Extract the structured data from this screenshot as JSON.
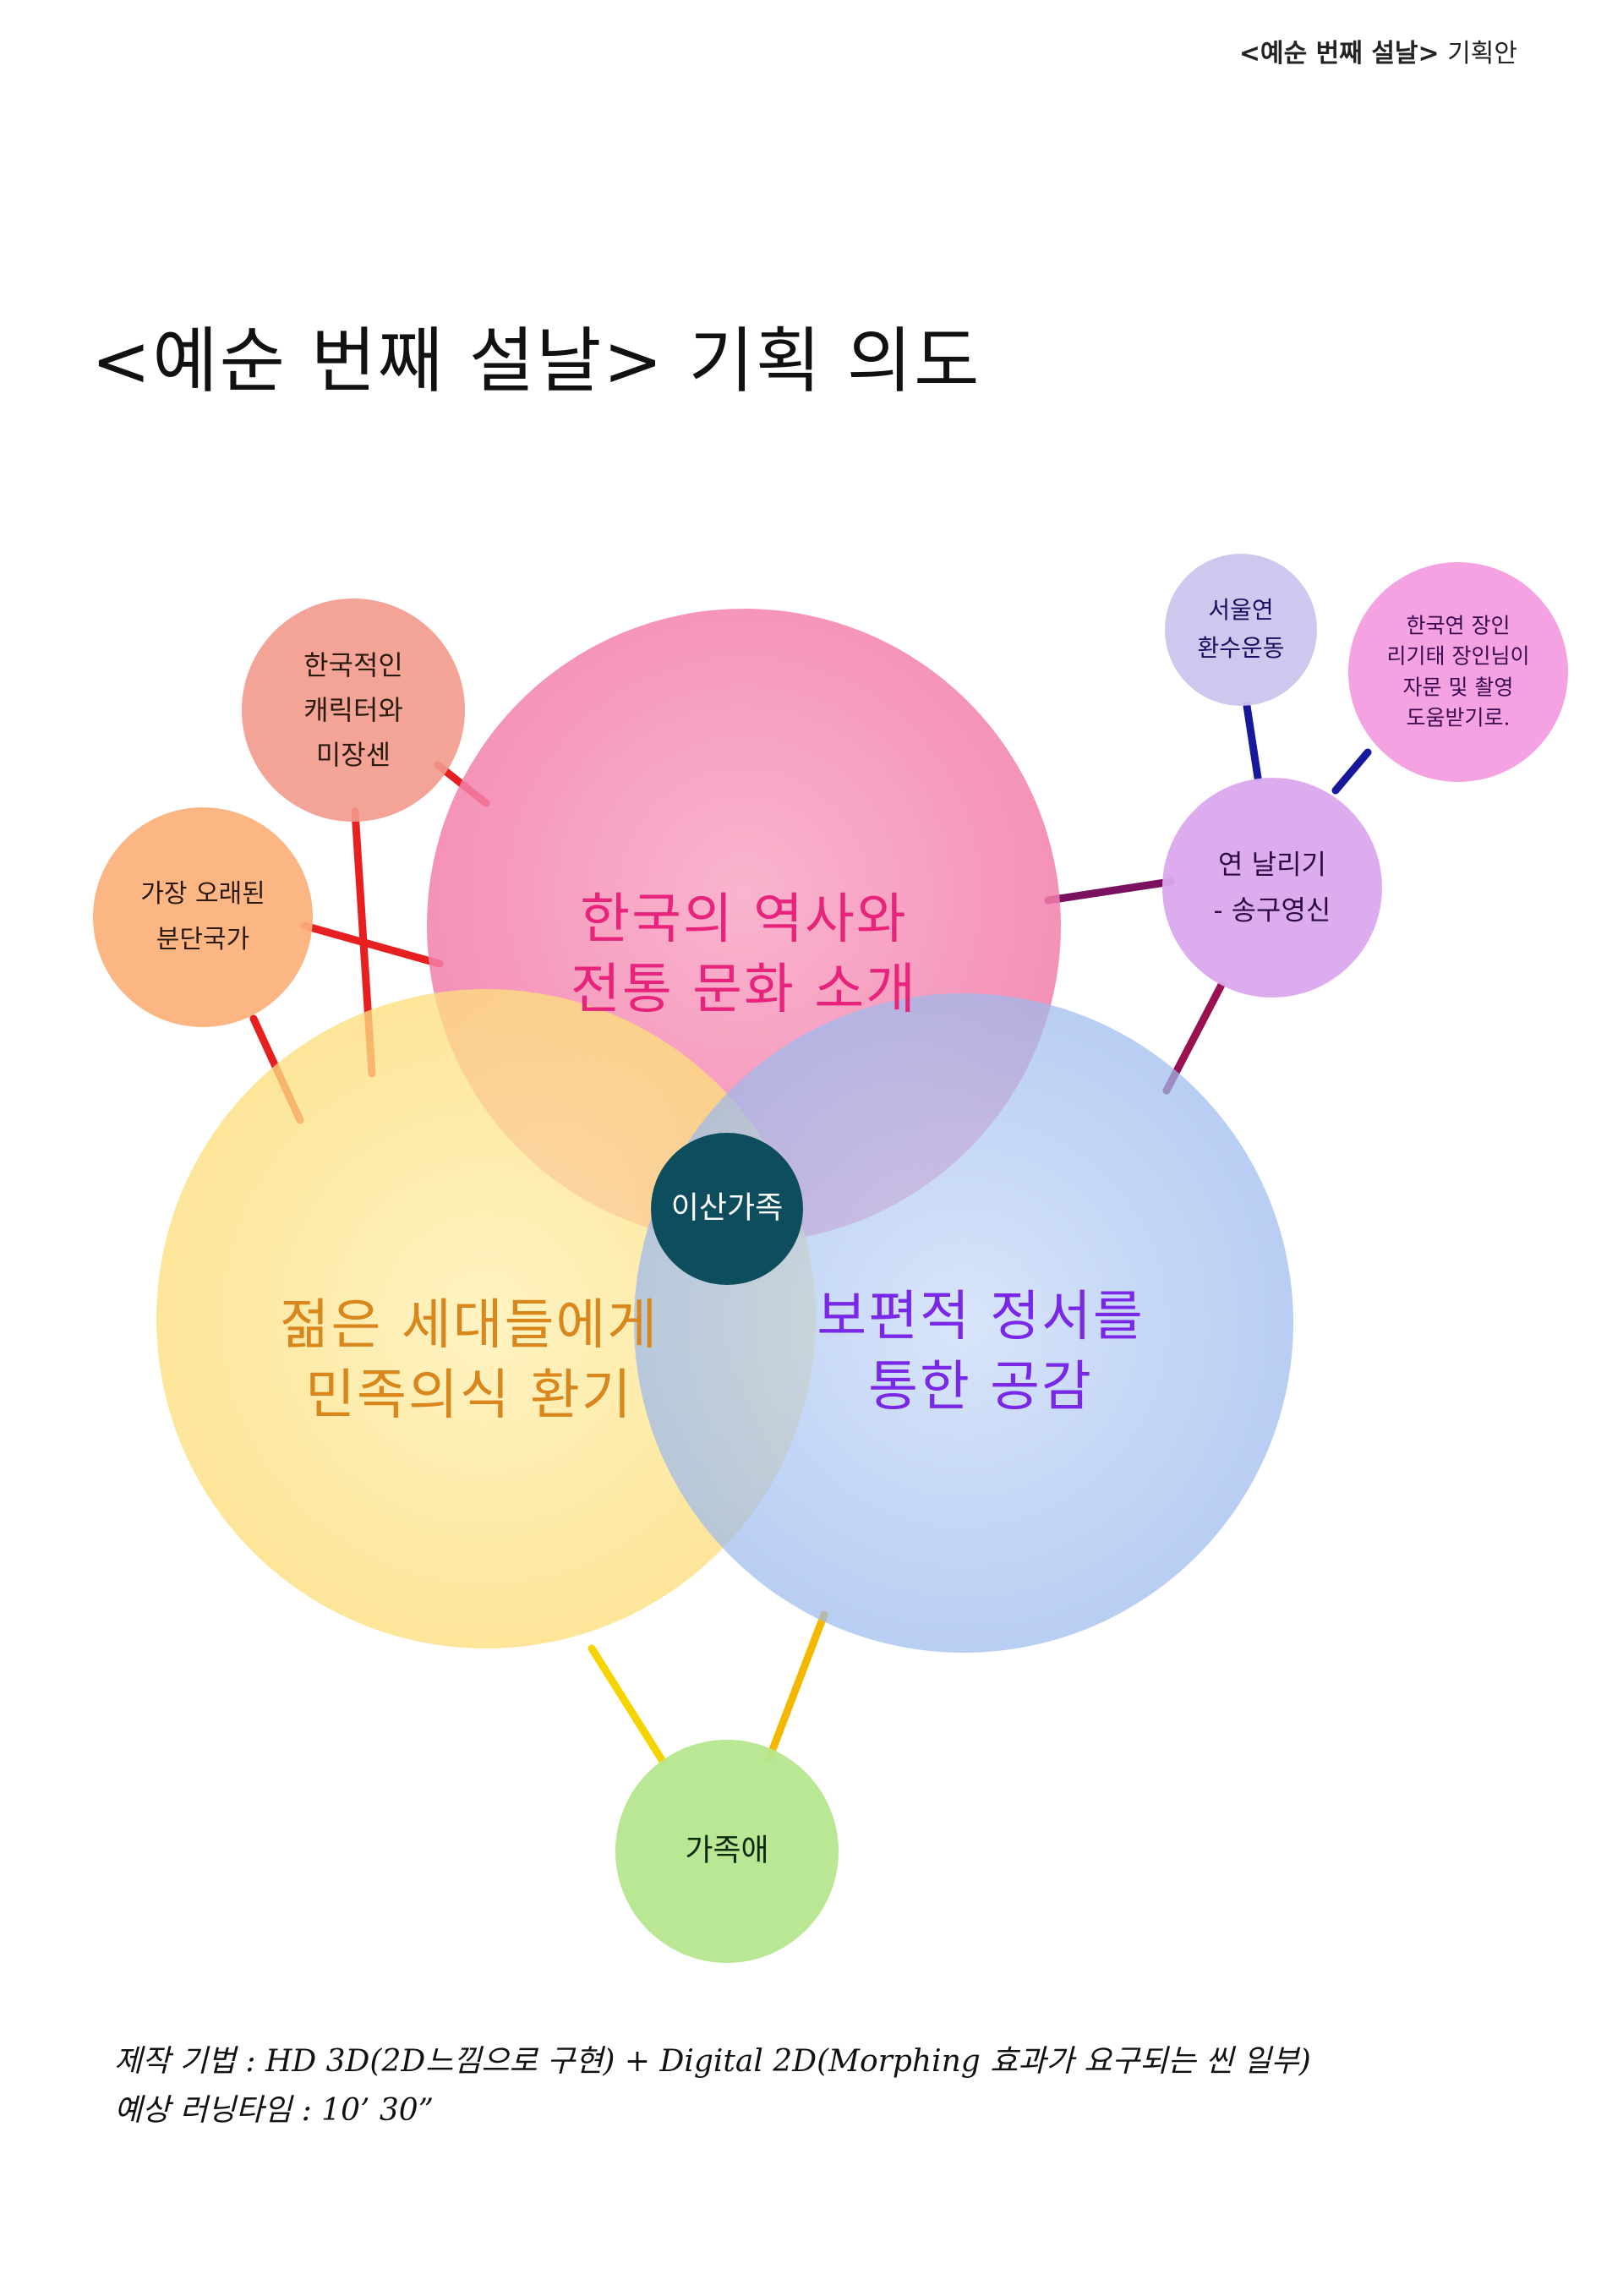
{
  "header": {
    "title_bold": "<예순 번째 설날>",
    "title_suffix": " 기획안"
  },
  "page": {
    "title": "<예순 번째 설날> 기획 의도"
  },
  "colors": {
    "pink": "#f58fb5",
    "yellow": "#fde48a",
    "blue": "#9dbbf0",
    "navy": "#0d4d5e",
    "red_line": "#e62020",
    "purple_line": "#7a1060",
    "navy_line": "#18189a",
    "yellow_line": "#f5c600"
  },
  "center": {
    "label": "이산가족"
  },
  "main_circles": [
    {
      "id": "history",
      "line1": "한국의 역사와",
      "line2": "전통 문화 소개",
      "text_color": "#e8237c"
    },
    {
      "id": "youth",
      "line1": "젊은 세대들에게",
      "line2": "민족의식 환기",
      "text_color": "#d9861c"
    },
    {
      "id": "empathy",
      "line1": "보편적 정서를",
      "line2": "통한 공감",
      "text_color": "#7a28e8"
    }
  ],
  "satellites": [
    {
      "id": "character",
      "lines": [
        "한국적인",
        "캐릭터와",
        "미장센"
      ],
      "text_color": "#2a1a10"
    },
    {
      "id": "divided",
      "lines": [
        "가장 오래된",
        "분단국가"
      ],
      "text_color": "#2a1a10"
    },
    {
      "id": "seoul-kite",
      "lines": [
        "서울연",
        "환수운동"
      ],
      "text_color": "#1a1060"
    },
    {
      "id": "kite-master",
      "lines": [
        "한국연 장인",
        "리기태 장인님이",
        "자문 및 촬영",
        "도움받기로."
      ],
      "text_color": "#3a0a50"
    },
    {
      "id": "kite-flying",
      "lines": [
        "연 날리기",
        "- 송구영신"
      ],
      "text_color": "#2a0a40"
    },
    {
      "id": "family-love",
      "lines": [
        "가족애"
      ],
      "text_color": "#0a2a0a"
    }
  ],
  "footer": {
    "line1": "제작 기법 : HD 3D(2D느낌으로 구현) + Digital 2D(Morphing 효과가 요구되는 씬 일부)",
    "line2": "예상 러닝타임 : 10’ 30”"
  }
}
